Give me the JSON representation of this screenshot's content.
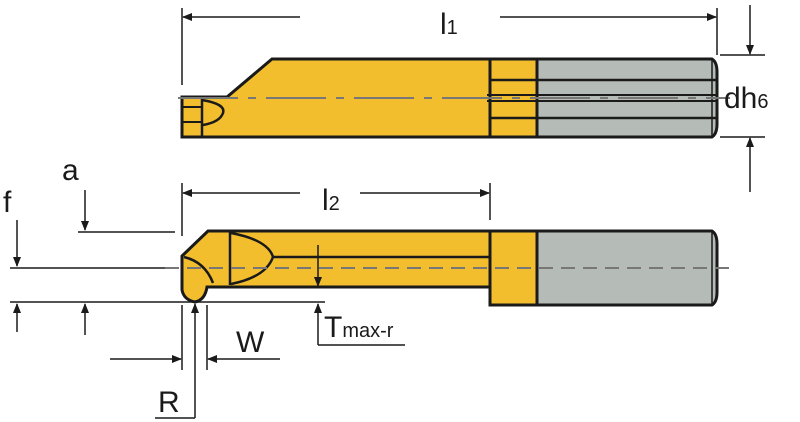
{
  "title": "Boring bar dimension drawing",
  "colors": {
    "carbide": "#f2be2e",
    "shank": "#b5bcb8",
    "line": "#1a1a1a"
  },
  "labels": {
    "l1": "l",
    "l1_sub": "1",
    "l2": "l",
    "l2_sub": "2",
    "dh6": "dh",
    "dh6_sub": "6",
    "a": "a",
    "f": "f",
    "W": "W",
    "R": "R",
    "tmax": "T",
    "tmax_sub": "max-r"
  }
}
